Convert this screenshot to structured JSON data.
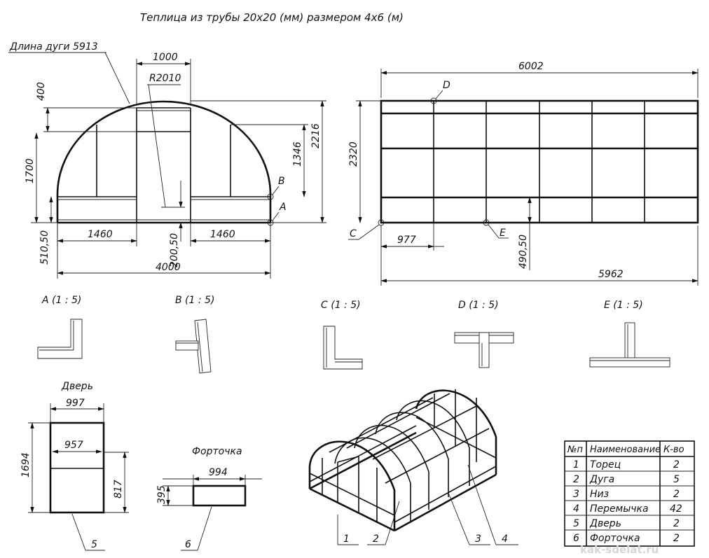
{
  "title": "Теплица из трубы 20x20 (мм) размером 4x6 (м)",
  "front_view": {
    "arc_length_label": "Длина дуги 5913",
    "dim_top_width": "1000",
    "dim_radius": "R2010",
    "dim_400": "400",
    "dim_1700": "1700",
    "dim_1346": "1346",
    "dim_2216": "2216",
    "dim_51050": "510,50",
    "dim_1460_left": "1460",
    "dim_1460_right": "1460",
    "dim_20050": "200,50",
    "dim_4000": "4000",
    "point_b": "B",
    "point_a": "A"
  },
  "side_view": {
    "dim_6002": "6002",
    "dim_2320": "2320",
    "dim_977": "977",
    "dim_49050": "490,50",
    "dim_5962": "5962",
    "point_c": "C",
    "point_d": "D",
    "point_e": "E"
  },
  "details": [
    {
      "label": "A (1 : 5)"
    },
    {
      "label": "B (1 : 5)"
    },
    {
      "label": "C (1 : 5)"
    },
    {
      "label": "D (1 : 5)"
    },
    {
      "label": "E (1 : 5)"
    }
  ],
  "door": {
    "title": "Дверь",
    "dim_997": "997",
    "dim_957": "957",
    "dim_1694": "1694",
    "dim_817": "817",
    "leader": "5"
  },
  "vent": {
    "title": "Форточка",
    "dim_994": "994",
    "dim_395": "395",
    "leader": "6"
  },
  "iso_leaders": [
    "1",
    "2",
    "3",
    "4"
  ],
  "table": {
    "headers": [
      "№п",
      "Наименование",
      "К-во"
    ],
    "rows": [
      {
        "n": "1",
        "name": "Торец",
        "qty": "2"
      },
      {
        "n": "2",
        "name": "Дуга",
        "qty": "5"
      },
      {
        "n": "3",
        "name": "Низ",
        "qty": "2"
      },
      {
        "n": "4",
        "name": "Перемычка",
        "qty": "42"
      },
      {
        "n": "5",
        "name": "Дверь",
        "qty": "2"
      },
      {
        "n": "6",
        "name": "Форточка",
        "qty": "2"
      }
    ]
  },
  "watermark": "kak-sdelat.ru"
}
